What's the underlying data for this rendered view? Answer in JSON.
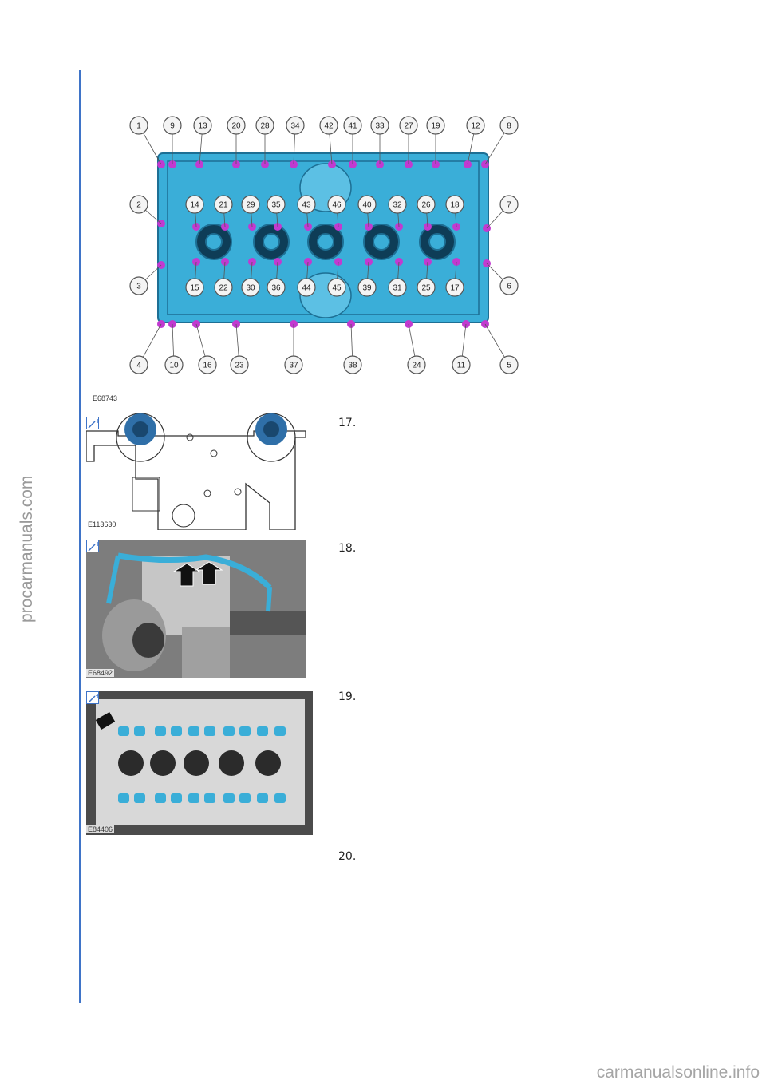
{
  "watermark_left": "procarmanuals.com",
  "watermark_bottom": "carmanualsonline.info",
  "colors": {
    "accent": "#3f74c8",
    "part": "#3aaed8",
    "bolt": "#c23ad0"
  },
  "figures": [
    {
      "code": "E68743",
      "callouts_top": [
        "1",
        "9",
        "13",
        "20",
        "28",
        "34",
        "42",
        "41",
        "33",
        "27",
        "19",
        "12",
        "8"
      ],
      "callouts_inner_top": [
        "14",
        "21",
        "29",
        "35",
        "43",
        "46",
        "40",
        "32",
        "26",
        "18"
      ],
      "callouts_inner_bottom": [
        "15",
        "22",
        "30",
        "36",
        "44",
        "45",
        "39",
        "31",
        "25",
        "17"
      ],
      "callouts_bottom": [
        "4",
        "10",
        "16",
        "23",
        "37",
        "38",
        "24",
        "11",
        "5"
      ],
      "callouts_left": [
        "2",
        "3"
      ],
      "callouts_right": [
        "7",
        "6"
      ]
    },
    {
      "code": "E113630",
      "zoom_icon": "zoom-in-icon"
    },
    {
      "code": "E68492",
      "zoom_icon": "zoom-in-icon"
    },
    {
      "code": "E84406",
      "zoom_icon": "zoom-in-icon"
    }
  ],
  "steps": [
    "17.",
    "18.",
    "19.",
    "20."
  ]
}
